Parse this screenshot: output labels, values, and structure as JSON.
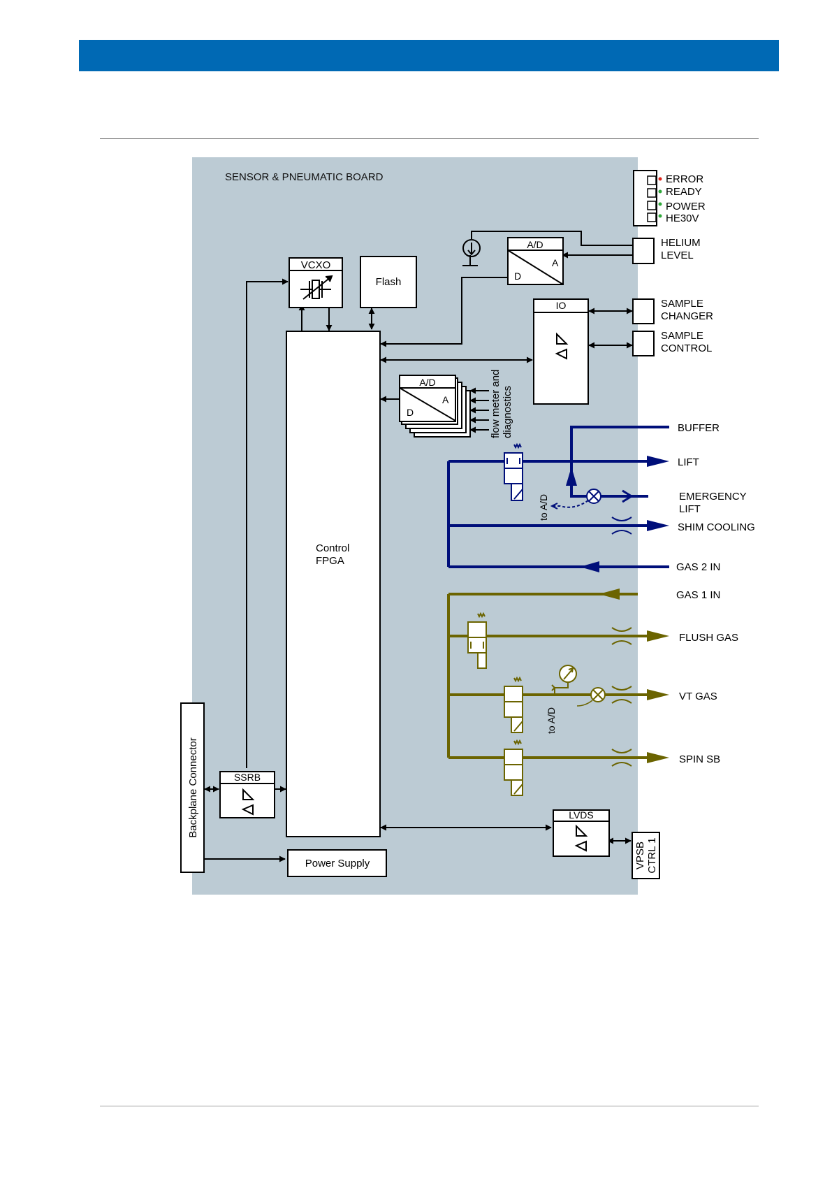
{
  "colors": {
    "header_band": "#0069b4",
    "board_background": "#bccbd4",
    "lift_gas": "#000f7a",
    "gas1_lines": "#6b6400",
    "led_error": "#e0261c",
    "led_ok": "#2fa83a"
  },
  "board": {
    "title": "SENSOR & PNEUMATIC BOARD"
  },
  "blocks": {
    "vcxo": "VCXO",
    "flash": "Flash",
    "ad_top": {
      "title": "A/D",
      "a": "A",
      "d": "D"
    },
    "ad_stack": {
      "title": "A/D",
      "a": "A",
      "d": "D"
    },
    "io": "IO",
    "fpga": [
      "Control",
      "FPGA"
    ],
    "ssrb": "SSRB",
    "lvds": "LVDS",
    "power_supply": "Power Supply",
    "backplane": "Backplane Connector",
    "vpsb": [
      "VPSB",
      "CTRL 1"
    ]
  },
  "leds": [
    "ERROR",
    "READY",
    "POWER",
    "HE30V"
  ],
  "connectors": {
    "helium": [
      "HELIUM",
      "LEVEL"
    ],
    "sample_changer": [
      "SAMPLE",
      "CHANGER"
    ],
    "sample_control": [
      "SAMPLE",
      "CONTROL"
    ]
  },
  "flow_meter_label": [
    "flow meter and",
    "diagnostics"
  ],
  "to_ad_label": "to A/D",
  "gas_outputs": {
    "buffer": "BUFFER",
    "lift": "LIFT",
    "emergency_lift": [
      "EMERGENCY",
      "LIFT"
    ],
    "shim_cooling": "SHIM COOLING",
    "gas2_in": "GAS 2 IN",
    "gas1_in": "GAS 1 IN",
    "flush_gas": "FLUSH GAS",
    "vt_gas": "VT GAS",
    "spin_sb": "SPIN SB"
  }
}
